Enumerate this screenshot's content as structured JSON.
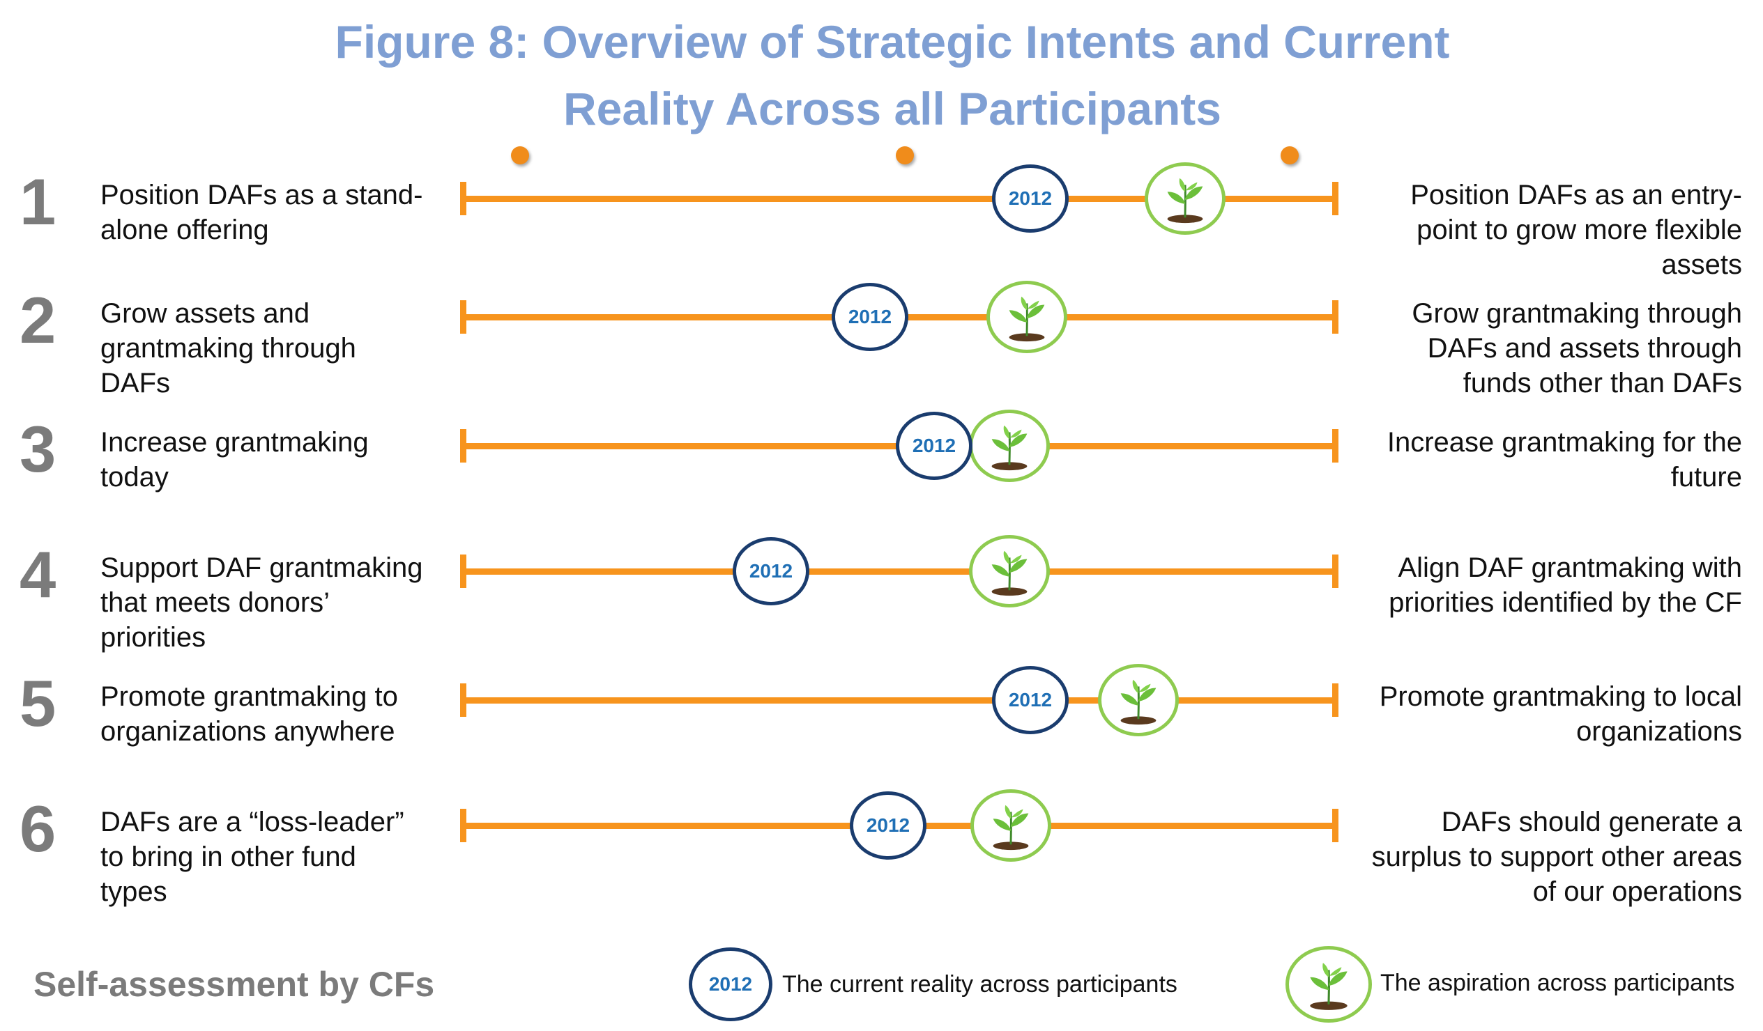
{
  "title_line1": "Figure 8: Overview of Strategic Intents and Current",
  "title_line2": "Reality Across all Participants",
  "marker_label": "2012",
  "rows": [
    {
      "num": "1",
      "left_l1": "Position DAFs as a stand-",
      "left_l2": "alone offering",
      "left_l3": "",
      "right_l1": "Position DAFs as an entry-",
      "right_l2": "point to grow more flexible",
      "right_l3": "assets",
      "current": 0.645,
      "aspiration": 0.825
    },
    {
      "num": "2",
      "left_l1": "Grow assets and",
      "left_l2": "grantmaking  through",
      "left_l3": "DAFs",
      "right_l1": "Grow grantmaking through",
      "right_l2": "DAFs and assets through",
      "right_l3": "funds other than DAFs",
      "current": 0.463,
      "aspiration": 0.645
    },
    {
      "num": "3",
      "left_l1": "Increase grantmaking",
      "left_l2": "today",
      "left_l3": "",
      "right_l1": "Increase grantmaking for the",
      "right_l2": "future",
      "right_l3": "",
      "current": 0.536,
      "aspiration": 0.625
    },
    {
      "num": "4",
      "left_l1": "Support DAF grantmaking",
      "left_l2": "that meets donors’",
      "left_l3": "priorities",
      "right_l1": "Align DAF grantmaking with",
      "right_l2": "priorities identified by the CF",
      "right_l3": "",
      "current": 0.35,
      "aspiration": 0.625
    },
    {
      "num": "5",
      "left_l1": "Promote grantmaking to",
      "left_l2": "organizations anywhere",
      "left_l3": "",
      "right_l1": "Promote grantmaking to local",
      "right_l2": "organizations",
      "right_l3": "",
      "current": 0.645,
      "aspiration": 0.772
    },
    {
      "num": "6",
      "left_l1": "DAFs are a “loss-leader”",
      "left_l2": "to bring in other fund",
      "left_l3": "types",
      "right_l1": "DAFs should generate a",
      "right_l2": "surplus to support other areas",
      "right_l3": "of our operations",
      "current": 0.483,
      "aspiration": 0.627
    }
  ],
  "footer": "Self-assessment by CFs",
  "legend": {
    "current_label": "The current reality across participants",
    "aspiration_label": "The aspiration across  participants"
  },
  "colors": {
    "title": "#7f9fd3",
    "track": "#f7941d",
    "current_ring": "#1a3c6e",
    "aspiration_ring": "#8ecb4f"
  },
  "icons": {
    "aspiration": "seedling-icon"
  }
}
